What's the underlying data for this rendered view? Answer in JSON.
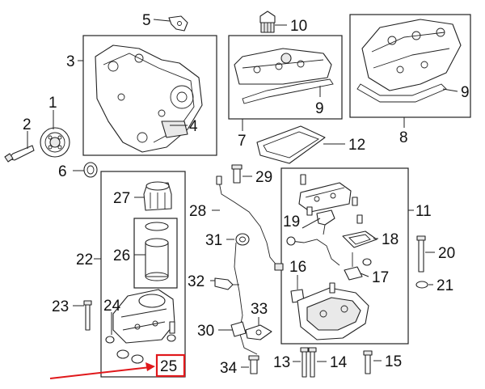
{
  "labels": {
    "c1": "1",
    "c2": "2",
    "c3": "3",
    "c4": "4",
    "c5": "5",
    "c6": "6",
    "c7": "7",
    "c8": "8",
    "c9a": "9",
    "c9b": "9",
    "c10": "10",
    "c11": "11",
    "c12": "12",
    "c13": "13",
    "c14": "14",
    "c15": "15",
    "c16": "16",
    "c17": "17",
    "c18": "18",
    "c19": "19",
    "c20": "20",
    "c21": "21",
    "c22": "22",
    "c23": "23",
    "c24": "24",
    "c25": "25",
    "c26": "26",
    "c27": "27",
    "c28": "28",
    "c29": "29",
    "c30": "30",
    "c31": "31",
    "c32": "32",
    "c33": "33",
    "c34": "34"
  },
  "highlight": {
    "callout": "25",
    "color": "#e0181b"
  },
  "colors": {
    "line": "#222222",
    "background": "#ffffff",
    "accent": "#e0181b"
  }
}
